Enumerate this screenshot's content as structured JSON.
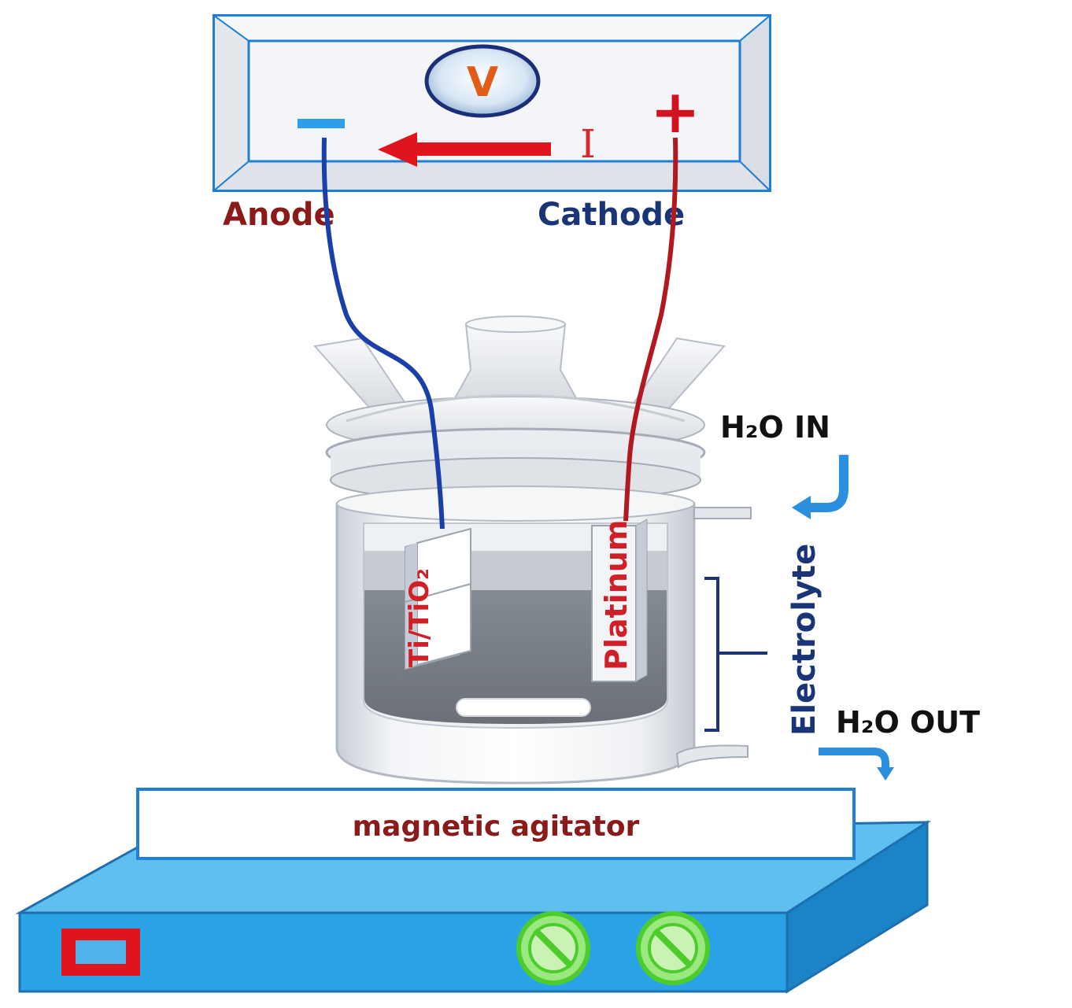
{
  "power_supply": {
    "meter_symbol": "V",
    "negative_symbol": "−",
    "positive_symbol": "+",
    "current_symbol": "I"
  },
  "electrodes": {
    "anode_label": "Anode",
    "cathode_label": "Cathode",
    "anode_material": "Ti/TiO₂",
    "cathode_material": "Platinum"
  },
  "reactor": {
    "electrolyte_label": "Electrolyte",
    "water_in_label": "H₂O IN",
    "water_out_label": "H₂O OUT"
  },
  "stirrer": {
    "label": "magnetic agitator"
  },
  "colors": {
    "frame_blue": "#1f7fd6",
    "wire_positive": "#c8141e",
    "wire_negative": "#1a3fa8",
    "anode_text": "#8b1a1a",
    "cathode_text": "#1a3577",
    "agitator_blue": "#29a3e6",
    "knob_green": "#6fe04f"
  }
}
